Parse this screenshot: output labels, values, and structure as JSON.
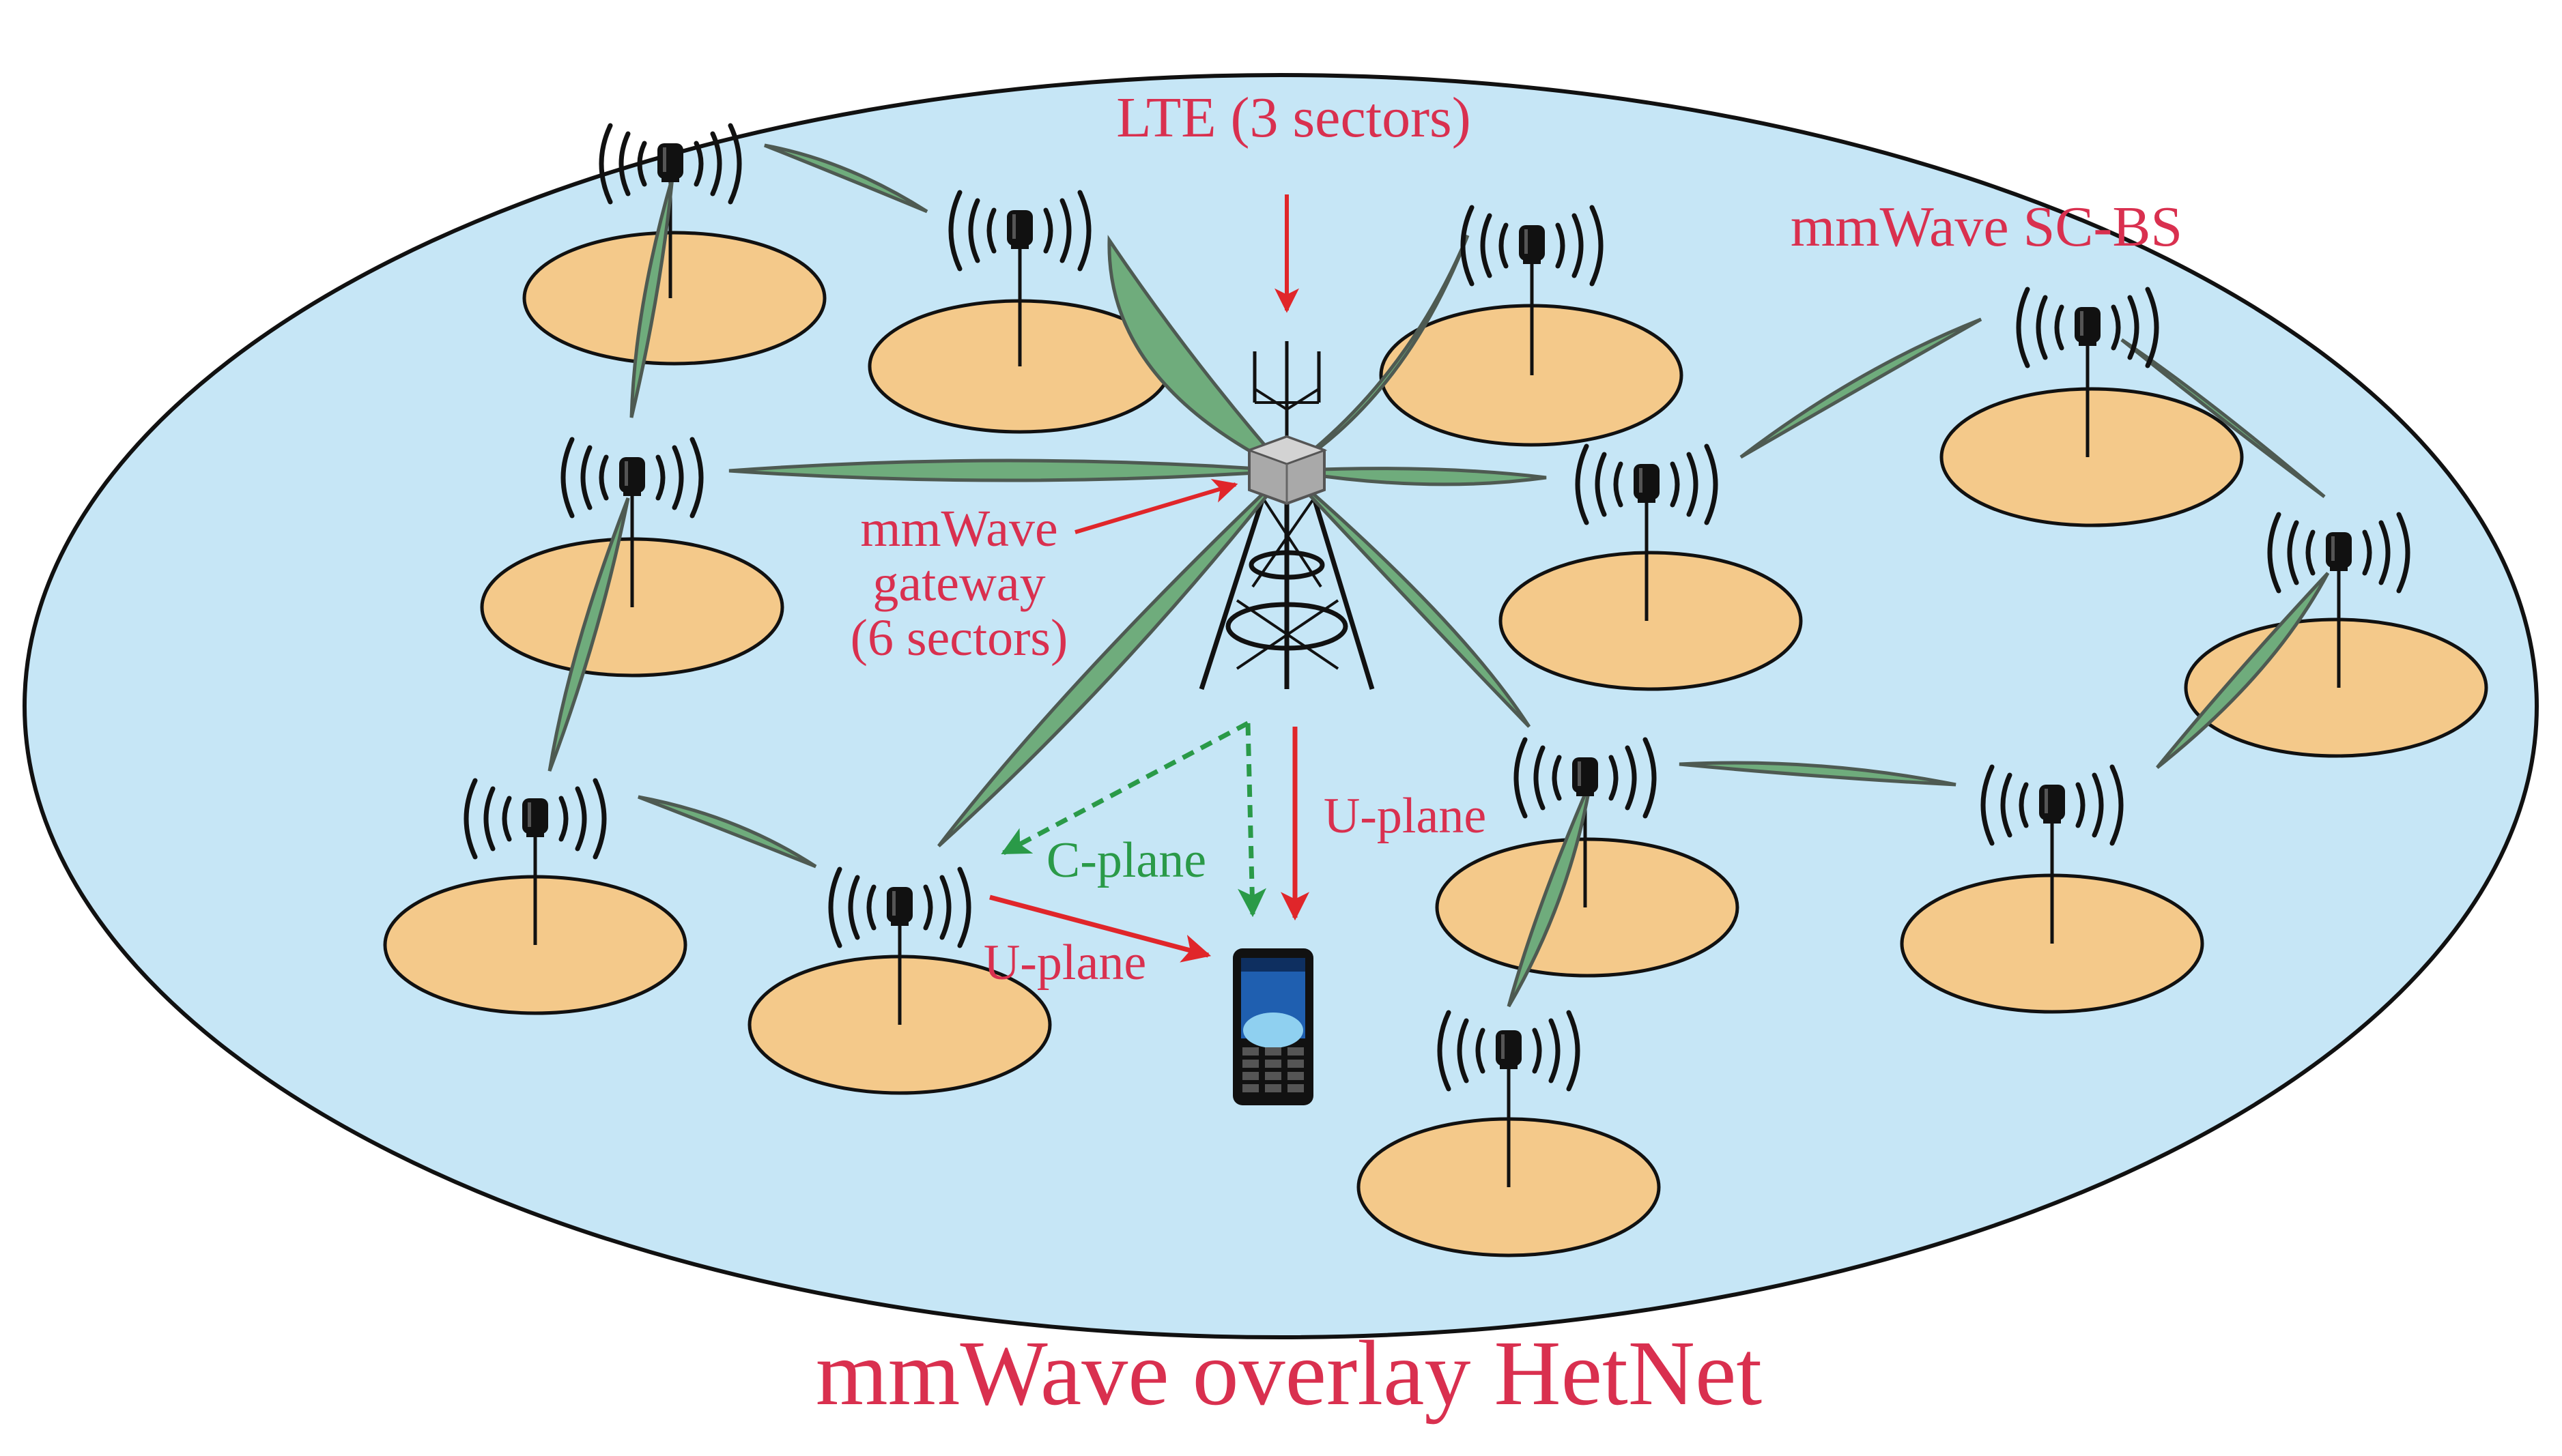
{
  "title": "mmWave overlay HetNet",
  "labels": {
    "lte": "LTE (3 sectors)",
    "sc_bs": "mmWave SC-BS",
    "gateway_line1": "mmWave",
    "gateway_line2": "gateway",
    "gateway_line3": "(6 sectors)",
    "c_plane": "C-plane",
    "u_plane_gateway": "U-plane",
    "u_plane_smallcell": "U-plane"
  },
  "colors": {
    "macro_area": "#c6e6f6",
    "small_cell": "#f4c98a",
    "beam": "#6fac7c",
    "label_red": "#d9304f",
    "control_green": "#2a9a48",
    "data_red": "#e0262a"
  },
  "icons": {
    "antenna": "antenna-icon",
    "tower": "lattice-tower-icon",
    "phone": "mobile-phone-icon"
  }
}
